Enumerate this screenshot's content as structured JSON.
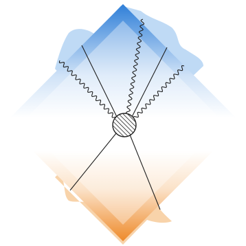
{
  "diagram": {
    "colors": {
      "top_edge": "#2f7fd8",
      "bottom_edge": "#ee8a2a",
      "top_glow": "#a9cdf2",
      "bottom_glow": "#f6c895",
      "interior": "#ffffff",
      "lines": "#1f1f1f",
      "blob_fill": "#ffffff",
      "blob_hatch": "#1f1f1f"
    },
    "elements": {
      "outgoing_straight_lines": 2,
      "outgoing_wavy_lines": 3,
      "incoming_straight_lines": 2,
      "central_blob": "hatched-circle"
    }
  }
}
